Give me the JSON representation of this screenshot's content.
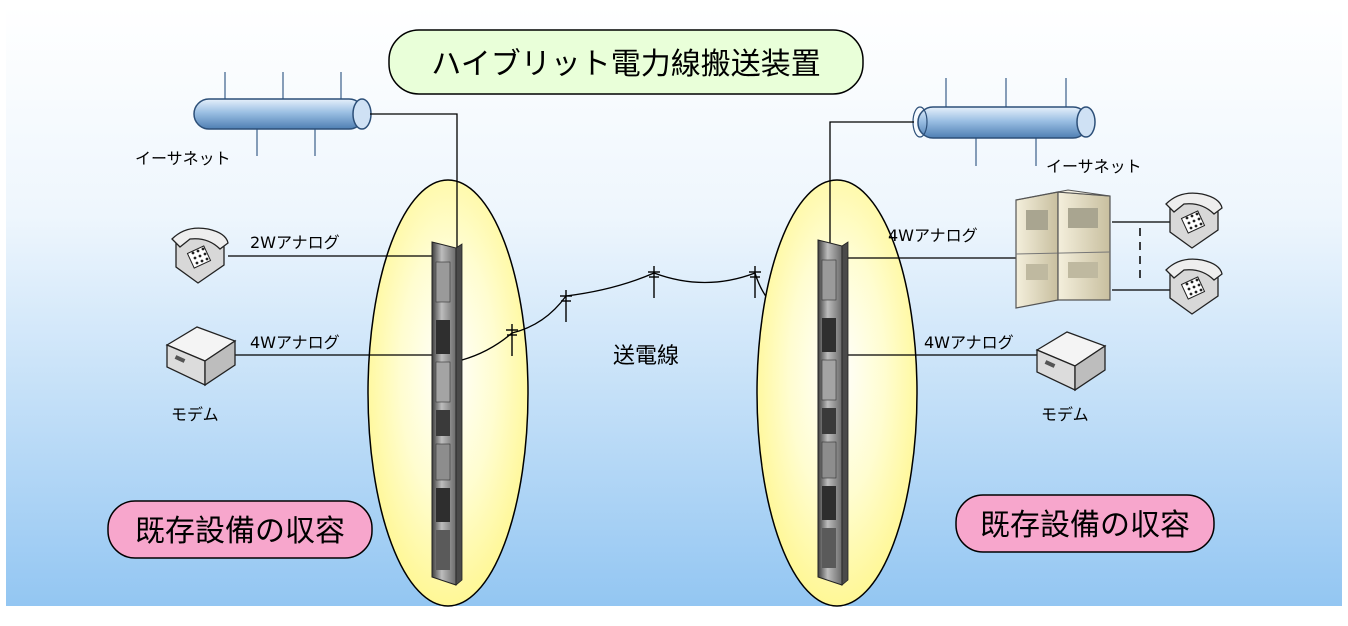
{
  "title": "ハイブリット電力線搬送装置",
  "left": {
    "ethernet_label": "イーサネット",
    "analog2w_label": "2Wアナログ",
    "analog4w_label": "4Wアナログ",
    "modem_label": "モデム",
    "badge": "既存設備の収容"
  },
  "center": {
    "line_label": "送電線"
  },
  "right": {
    "ethernet_label": "イーサネット",
    "analog4w_top_label": "4Wアナログ",
    "analog4w_bottom_label": "4Wアナログ",
    "modem_label": "モデム",
    "badge": "既存設備の収容"
  },
  "colors": {
    "bg_top": "#ffffff",
    "bg_bottom": "#93c6f2",
    "ellipse_fill": "#fffa9c",
    "title_fill": "#e9ffd9",
    "badge_fill": "#f7a6cc",
    "pipe": "#8fb7df",
    "equipment": "#d9d2b8"
  },
  "icons": [
    "telephone-icon",
    "modem-icon",
    "pbx-cabinet-icon",
    "ethernet-bus-icon",
    "transmission-pole-icon",
    "plc-equipment-rack-icon"
  ]
}
